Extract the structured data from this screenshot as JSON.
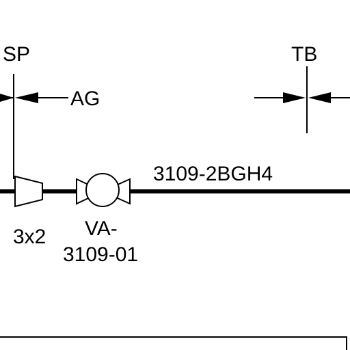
{
  "diagram": {
    "labels": {
      "sp": "SP",
      "tb": "TB",
      "ag": "AG",
      "line_number": "3109-2BGH4",
      "reducer_size": "3x2",
      "valve_tag_line1": "VA-",
      "valve_tag_line2": "3109-01"
    }
  },
  "colors": {
    "ink": "#000000",
    "paper": "#ffffff"
  }
}
